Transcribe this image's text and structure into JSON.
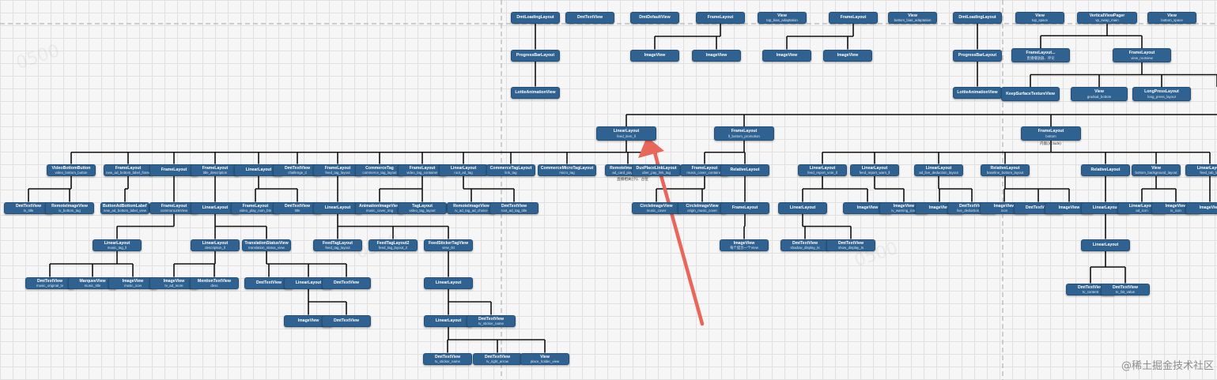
{
  "colors": {
    "node": "#2f6290",
    "line": "#111111",
    "arrow": "#e8665a",
    "divider": "#b5b5b5"
  },
  "watermark": "@稀土掘金技术社区",
  "nodes": [
    {
      "id": "t1",
      "title": "DmtLoadingLayout",
      "sub": ""
    },
    {
      "id": "t2",
      "title": "DmtTextView",
      "sub": ""
    },
    {
      "id": "t3",
      "title": "DmtDefaultView",
      "sub": ""
    },
    {
      "id": "t4",
      "title": "FrameLayout",
      "sub": ""
    },
    {
      "id": "t5",
      "title": "View",
      "sub": "top_bias_adaptation"
    },
    {
      "id": "t6",
      "title": "FrameLayout",
      "sub": ""
    },
    {
      "id": "t7",
      "title": "View",
      "sub": "bottom_bias_adaptation"
    },
    {
      "id": "t8",
      "title": "DmtLoadingLayout",
      "sub": ""
    },
    {
      "id": "t9",
      "title": "View",
      "sub": "top_space"
    },
    {
      "id": "t10",
      "title": "VerticalViewPager",
      "sub": "vp_swap_main"
    },
    {
      "id": "t11",
      "title": "View",
      "sub": "bottom_space"
    },
    {
      "id": "p1",
      "title": "ProgressBarLayout",
      "sub": ""
    },
    {
      "id": "i1",
      "title": "ImageView",
      "sub": ""
    },
    {
      "id": "i2",
      "title": "ImageView",
      "sub": ""
    },
    {
      "id": "i3",
      "title": "ImageView",
      "sub": ""
    },
    {
      "id": "i4",
      "title": "ImageView",
      "sub": ""
    },
    {
      "id": "p2",
      "title": "ProgressBarLayout",
      "sub": ""
    },
    {
      "id": "f1",
      "title": "FrameLayout...",
      "sub": "直播播放器、评论"
    },
    {
      "id": "f2",
      "title": "FrameLayout",
      "sub": "view_rootview"
    },
    {
      "id": "la1",
      "title": "LottieAnimationView",
      "sub": ""
    },
    {
      "id": "la2",
      "title": "LottieAnimationView",
      "sub": ""
    },
    {
      "id": "ks",
      "title": "KeepSurfaceTextureView",
      "sub": ""
    },
    {
      "id": "gb",
      "title": "View",
      "sub": "gradual_bottom"
    },
    {
      "id": "lp",
      "title": "LongPressLayout",
      "sub": "long_press_layout"
    },
    {
      "id": "ll",
      "title": "LinearLayout",
      "sub": "feed_item_ll"
    },
    {
      "id": "fl1",
      "title": "FrameLayout",
      "sub": "ll_bottom_promotion"
    },
    {
      "id": "fl2",
      "title": "FrameLayout",
      "sub": "bottom"
    },
    {
      "id": "a1",
      "title": "VideoBottomButton",
      "sub": "video_bottom_button"
    },
    {
      "id": "a2",
      "title": "FrameLayout",
      "sub": "new_ad_bottom_label_frame"
    },
    {
      "id": "a3",
      "title": "FrameLayout",
      "sub": ""
    },
    {
      "id": "a4",
      "title": "FrameLayout",
      "sub": "title_description"
    },
    {
      "id": "a5",
      "title": "LinearLayout",
      "sub": ""
    },
    {
      "id": "a6",
      "title": "DmtTextView",
      "sub": "challenge_ti"
    },
    {
      "id": "a7",
      "title": "FrameLayout",
      "sub": "feed_tag_layout"
    },
    {
      "id": "a8",
      "title": "CommerceTag",
      "sub": "commerce_tag_layout"
    },
    {
      "id": "a9",
      "title": "FrameLayout",
      "sub": "video_tag_container"
    },
    {
      "id": "a10",
      "title": "LinearLayout",
      "sub": "root_ad_tag"
    },
    {
      "id": "a11",
      "title": "CommerceTagLayout",
      "sub": "link_tag"
    },
    {
      "id": "a12",
      "title": "CommerceMicroTagLayout",
      "sub": "micro_tag"
    },
    {
      "id": "a13",
      "title": "RemoteImageView",
      "sub": "ad_card_paytime_lo"
    },
    {
      "id": "a14",
      "title": "DuxPlaceLinkLayout",
      "sub": "uber_pay_link_tag"
    },
    {
      "id": "a15",
      "title": "FrameLayout",
      "sub": "music_cover_container"
    },
    {
      "id": "a16",
      "title": "RelativeLayout",
      "sub": ""
    },
    {
      "id": "a17",
      "title": "LinearLayout",
      "sub": "feed_report_vote_ll"
    },
    {
      "id": "a18",
      "title": "LinearLayout",
      "sub": "feed_report_warn_ll"
    },
    {
      "id": "a19",
      "title": "LinearLayout",
      "sub": "ad_live_deduction_layout"
    },
    {
      "id": "a20",
      "title": "RelativeLayout",
      "sub": "baseline_bottom_layout"
    },
    {
      "id": "a21",
      "title": "RelativeLayout",
      "sub": ""
    },
    {
      "id": "a22",
      "title": "View",
      "sub": "bottom_background_layout"
    },
    {
      "id": "a23",
      "title": "LinearLayout",
      "sub": "feed_tab_lay"
    },
    {
      "id": "b1",
      "title": "DmtTextView",
      "sub": "tv_title"
    },
    {
      "id": "b2",
      "title": "RemoteImageView",
      "sub": "iv_bottom_tag"
    },
    {
      "id": "b3",
      "title": "ButtonAdBottomLabelView",
      "sub": "new_ad_bottom_label_view"
    },
    {
      "id": "b4",
      "title": "FrameLayout",
      "sub": "commonLinkView"
    },
    {
      "id": "b5",
      "title": "LinearLayout",
      "sub": ""
    },
    {
      "id": "b6",
      "title": "FrameLayout",
      "sub": "video_play_num_btn"
    },
    {
      "id": "b7",
      "title": "DmtTextView",
      "sub": "title"
    },
    {
      "id": "b8",
      "title": "LinearLayout",
      "sub": ""
    },
    {
      "id": "b9",
      "title": "AnimationImageView",
      "sub": "music_cover_img"
    },
    {
      "id": "b10",
      "title": "TagLayout",
      "sub": "video_tag_layout"
    },
    {
      "id": "b11",
      "title": "RemoteImageView",
      "sub": "iv_ad_tag_ad_choice"
    },
    {
      "id": "b12",
      "title": "DmtTextView",
      "sub": "root_ad_tag_title"
    },
    {
      "id": "b13",
      "title": "CircleImageView",
      "sub": "music_cover"
    },
    {
      "id": "b14",
      "title": "CircleImageView",
      "sub": "origin_music_cover"
    },
    {
      "id": "b15",
      "title": "FrameLayout",
      "sub": ""
    },
    {
      "id": "b16",
      "title": "LinearLayout",
      "sub": ""
    },
    {
      "id": "b17",
      "title": "ImageView",
      "sub": ""
    },
    {
      "id": "b18",
      "title": "ImageView",
      "sub": "iv_warning_icon"
    },
    {
      "id": "b19",
      "title": "ImageView",
      "sub": ""
    },
    {
      "id": "b20",
      "title": "DmtTextView",
      "sub": "live_deduction_text"
    },
    {
      "id": "b21",
      "title": "ImageView",
      "sub": "icon"
    },
    {
      "id": "b22",
      "title": "DmtTextView",
      "sub": ""
    },
    {
      "id": "b23",
      "title": "ImageView",
      "sub": ""
    },
    {
      "id": "b24",
      "title": "LinearLayout",
      "sub": ""
    },
    {
      "id": "b25",
      "title": "LinearLayout",
      "sub": "ad_icon"
    },
    {
      "id": "b26",
      "title": "ImageView",
      "sub": "iv_icon"
    },
    {
      "id": "b27",
      "title": "ImageView",
      "sub": ""
    },
    {
      "id": "c1",
      "title": "LinearLayout",
      "sub": "music_tag_ll"
    },
    {
      "id": "c2",
      "title": "LinearLayout",
      "sub": "description_ll"
    },
    {
      "id": "c3",
      "title": "TranslationStatusView",
      "sub": "translation_status_view"
    },
    {
      "id": "c4",
      "title": "FeedTagLayout",
      "sub": "feed_tag_layout"
    },
    {
      "id": "c5",
      "title": "FeedTagLayout2",
      "sub": "feed_tag_layout_2"
    },
    {
      "id": "c6",
      "title": "FeedStickerTagView",
      "sub": "view_tkt"
    },
    {
      "id": "c7",
      "title": "ImageView",
      "sub": "每个提示一个View"
    },
    {
      "id": "c8",
      "title": "DmtTextView",
      "sub": "shadow_display_ts"
    },
    {
      "id": "c9",
      "title": "DmtTextView",
      "sub": "show_display_ts"
    },
    {
      "id": "c10",
      "title": "LinearLayout",
      "sub": ""
    },
    {
      "id": "d1",
      "title": "DmtTextView",
      "sub": "music_original_tv"
    },
    {
      "id": "d2",
      "title": "MarqueeView",
      "sub": "music_title"
    },
    {
      "id": "d3",
      "title": "ImageView",
      "sub": "music_icon"
    },
    {
      "id": "d4",
      "title": "ImageView",
      "sub": "tv_ad_more"
    },
    {
      "id": "d5",
      "title": "MentionTextView",
      "sub": "desc"
    },
    {
      "id": "d6",
      "title": "DmtTextView",
      "sub": ""
    },
    {
      "id": "d7",
      "title": "LinearLayout",
      "sub": ""
    },
    {
      "id": "d8",
      "title": "DmtTextView",
      "sub": ""
    },
    {
      "id": "d9",
      "title": "LinearLayout",
      "sub": ""
    },
    {
      "id": "d10",
      "title": "DmtTextView",
      "sub": "tv_content"
    },
    {
      "id": "d11",
      "title": "DmtTextView",
      "sub": "tv_list_value"
    },
    {
      "id": "e1",
      "title": "ImageView",
      "sub": ""
    },
    {
      "id": "e2",
      "title": "DmtTextView",
      "sub": ""
    },
    {
      "id": "e3",
      "title": "LinearLayout",
      "sub": ""
    },
    {
      "id": "e4",
      "title": "DmtTextView",
      "sub": "tv_sticker_name"
    },
    {
      "id": "e5",
      "title": "DmtTextView",
      "sub": "tv_sticker_name"
    },
    {
      "id": "e6",
      "title": "DmtTextView",
      "sub": "tv_right_arrow"
    },
    {
      "id": "e7",
      "title": "View",
      "sub": "place_holder_view"
    }
  ],
  "extras": [
    {
      "node": "fl2",
      "text": "内嵌(include)"
    },
    {
      "node": "a13",
      "text": "直播相关(小)、占位"
    }
  ]
}
